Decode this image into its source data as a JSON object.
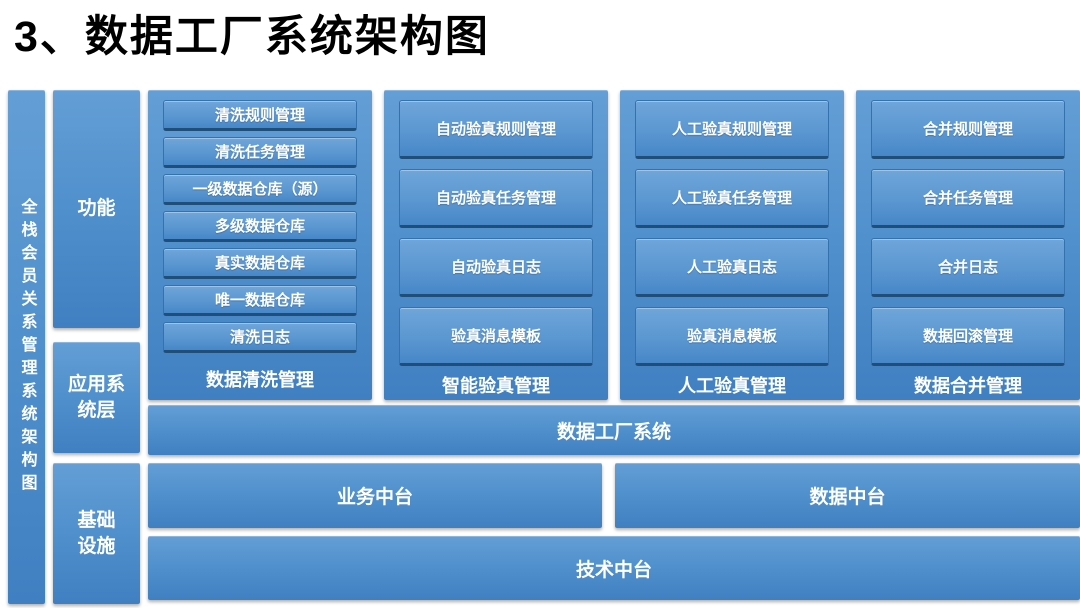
{
  "page": {
    "title": "3、数据工厂系统架构图"
  },
  "colors": {
    "container_blue_top": "#649ED6",
    "container_blue_bottom": "#4080C2",
    "inner_box_top": "#6FA6DA",
    "inner_box_bottom": "#4787C8",
    "inner_box_edge_dark": "#1F4E79",
    "text_on_blue": "#FFFFFF",
    "title_text": "#000000",
    "background": "#FFFFFF"
  },
  "left_bar": {
    "label": "全栈会员关系管理系统架构图"
  },
  "layers": [
    {
      "label": "功能"
    },
    {
      "label": "应用系统层"
    },
    {
      "label": "基础设施"
    }
  ],
  "columns": [
    {
      "label": "数据清洗管理",
      "items": [
        "清洗规则管理",
        "清洗任务管理",
        "一级数据仓库（源）",
        "多级数据仓库",
        "真实数据仓库",
        "唯一数据仓库",
        "清洗日志"
      ]
    },
    {
      "label": "智能验真管理",
      "items": [
        "自动验真规则管理",
        "自动验真任务管理",
        "自动验真日志",
        "验真消息模板"
      ]
    },
    {
      "label": "人工验真管理",
      "items": [
        "人工验真规则管理",
        "人工验真任务管理",
        "人工验真日志",
        "验真消息模板"
      ]
    },
    {
      "label": "数据合并管理",
      "items": [
        "合并规则管理",
        "合并任务管理",
        "合并日志",
        "数据回滚管理"
      ]
    }
  ],
  "system_bar": {
    "label": "数据工厂系统"
  },
  "platform_bars": [
    {
      "label": "业务中台"
    },
    {
      "label": "数据中台"
    }
  ],
  "tech_bar": {
    "label": "技术中台"
  }
}
